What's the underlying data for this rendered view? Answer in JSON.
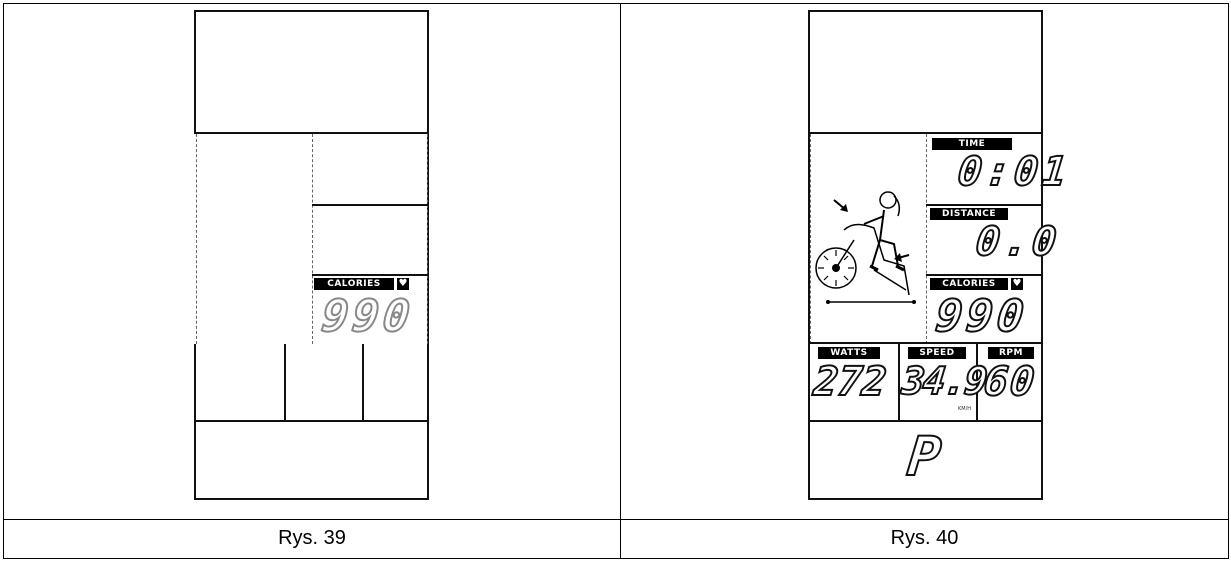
{
  "figures": [
    {
      "caption": "Rys. 39",
      "display": {
        "calories_label": "CALORIES",
        "calories_value": "990"
      }
    },
    {
      "caption": "Rys. 40",
      "display": {
        "time_label": "TIME",
        "time_value": "0:01",
        "distance_label": "DISTANCE",
        "distance_value": "0.0",
        "calories_label": "CALORIES",
        "calories_value": "990",
        "watts_label": "WATTS",
        "watts_value": "272",
        "speed_label": "SPEED",
        "speed_value": "34.9",
        "speed_unit": "KM/H",
        "rpm_label": "RPM",
        "rpm_value": "60",
        "program_value": "P"
      }
    }
  ]
}
